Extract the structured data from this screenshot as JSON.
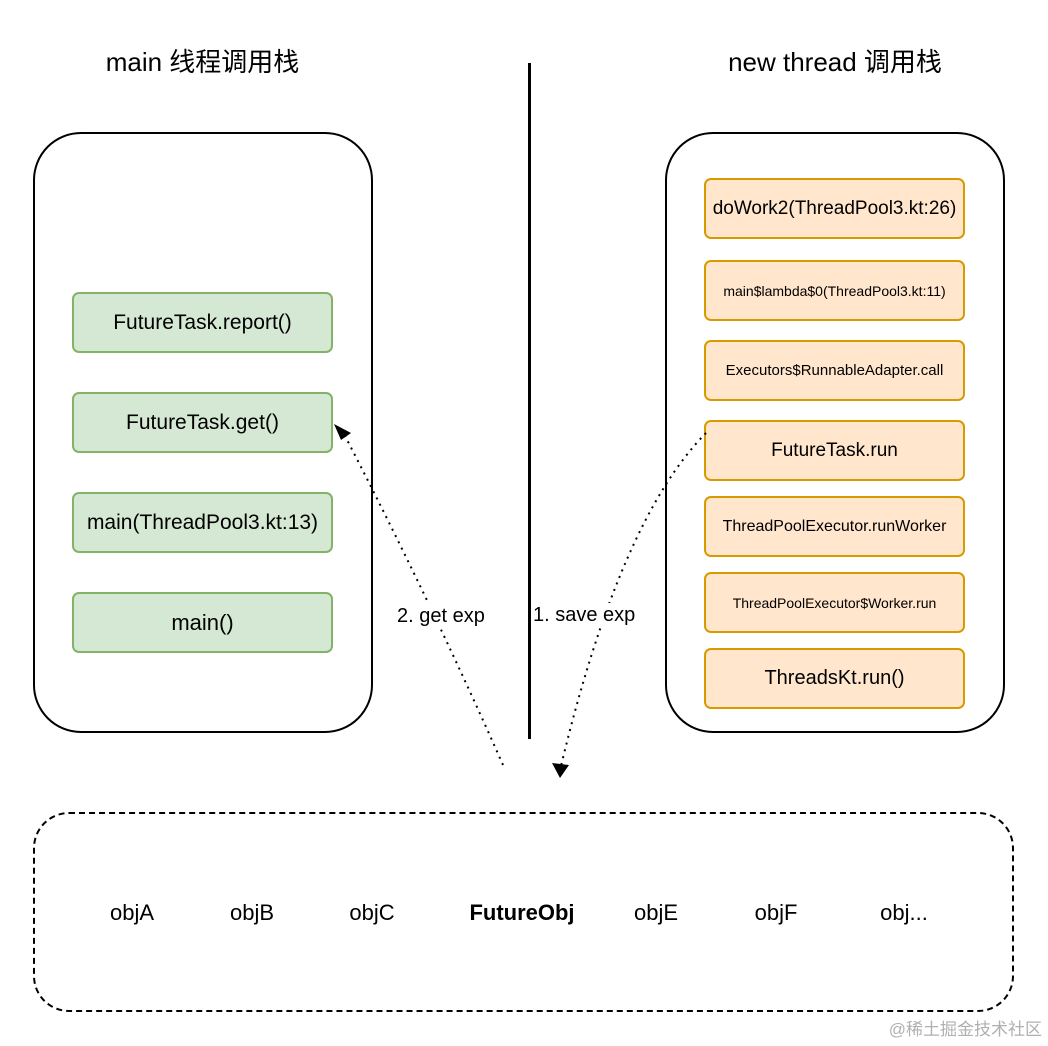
{
  "titles": {
    "left": "main 线程调用栈",
    "right": "new thread 调用栈"
  },
  "main_stack": [
    "FutureTask.report()",
    "FutureTask.get()",
    "main(ThreadPool3.kt:13)",
    "main()"
  ],
  "new_thread_stack": [
    "doWork2(ThreadPool3.kt:26)",
    "main$lambda$0(ThreadPool3.kt:11)",
    "Executors$RunnableAdapter.call",
    "FutureTask.run",
    "ThreadPoolExecutor.runWorker",
    "ThreadPoolExecutor$Worker.run",
    "ThreadsKt.run()"
  ],
  "arrows": {
    "get_label": "2. get exp",
    "save_label": "1. save exp"
  },
  "heap_objects": [
    "objA",
    "objB",
    "objC",
    "FutureObj",
    "objE",
    "objF",
    "obj..."
  ],
  "watermark": "@稀土掘金技术社区",
  "colors": {
    "main_fill": "#d5e8d4",
    "main_border": "#82b366",
    "thread_fill": "#ffe6cc",
    "thread_border": "#d79b00"
  }
}
